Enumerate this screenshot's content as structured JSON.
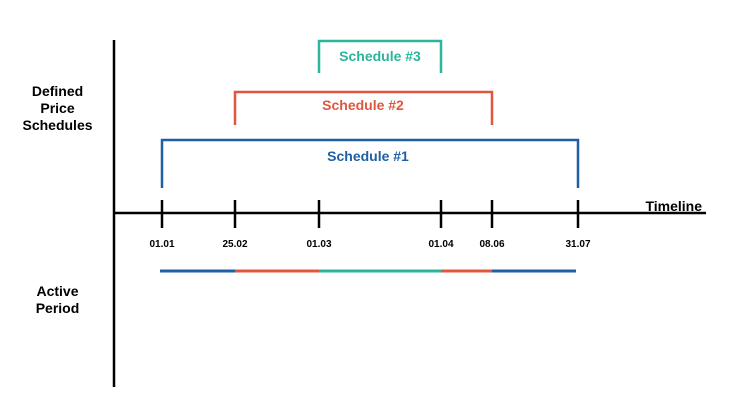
{
  "labels": {
    "defined": "Defined\nPrice\nSchedules",
    "active": "Active\nPeriod",
    "timeline": "Timeline"
  },
  "schedules": [
    {
      "name": "Schedule #3",
      "start": "01.03",
      "end": "01.04",
      "color": "#2bb59a"
    },
    {
      "name": "Schedule #2",
      "start": "25.02",
      "end": "08.06",
      "color": "#e0573f"
    },
    {
      "name": "Schedule #1",
      "start": "01.01",
      "end": "31.07",
      "color": "#1f5fa6"
    }
  ],
  "dates": [
    "01.01",
    "25.02",
    "01.03",
    "01.04",
    "08.06",
    "31.07"
  ],
  "active_period": [
    {
      "from": "01.01",
      "to": "25.02",
      "schedule": "Schedule #1"
    },
    {
      "from": "25.02",
      "to": "01.03",
      "schedule": "Schedule #2"
    },
    {
      "from": "01.03",
      "to": "01.04",
      "schedule": "Schedule #3"
    },
    {
      "from": "01.04",
      "to": "08.06",
      "schedule": "Schedule #2"
    },
    {
      "from": "08.06",
      "to": "31.07",
      "schedule": "Schedule #1"
    }
  ]
}
